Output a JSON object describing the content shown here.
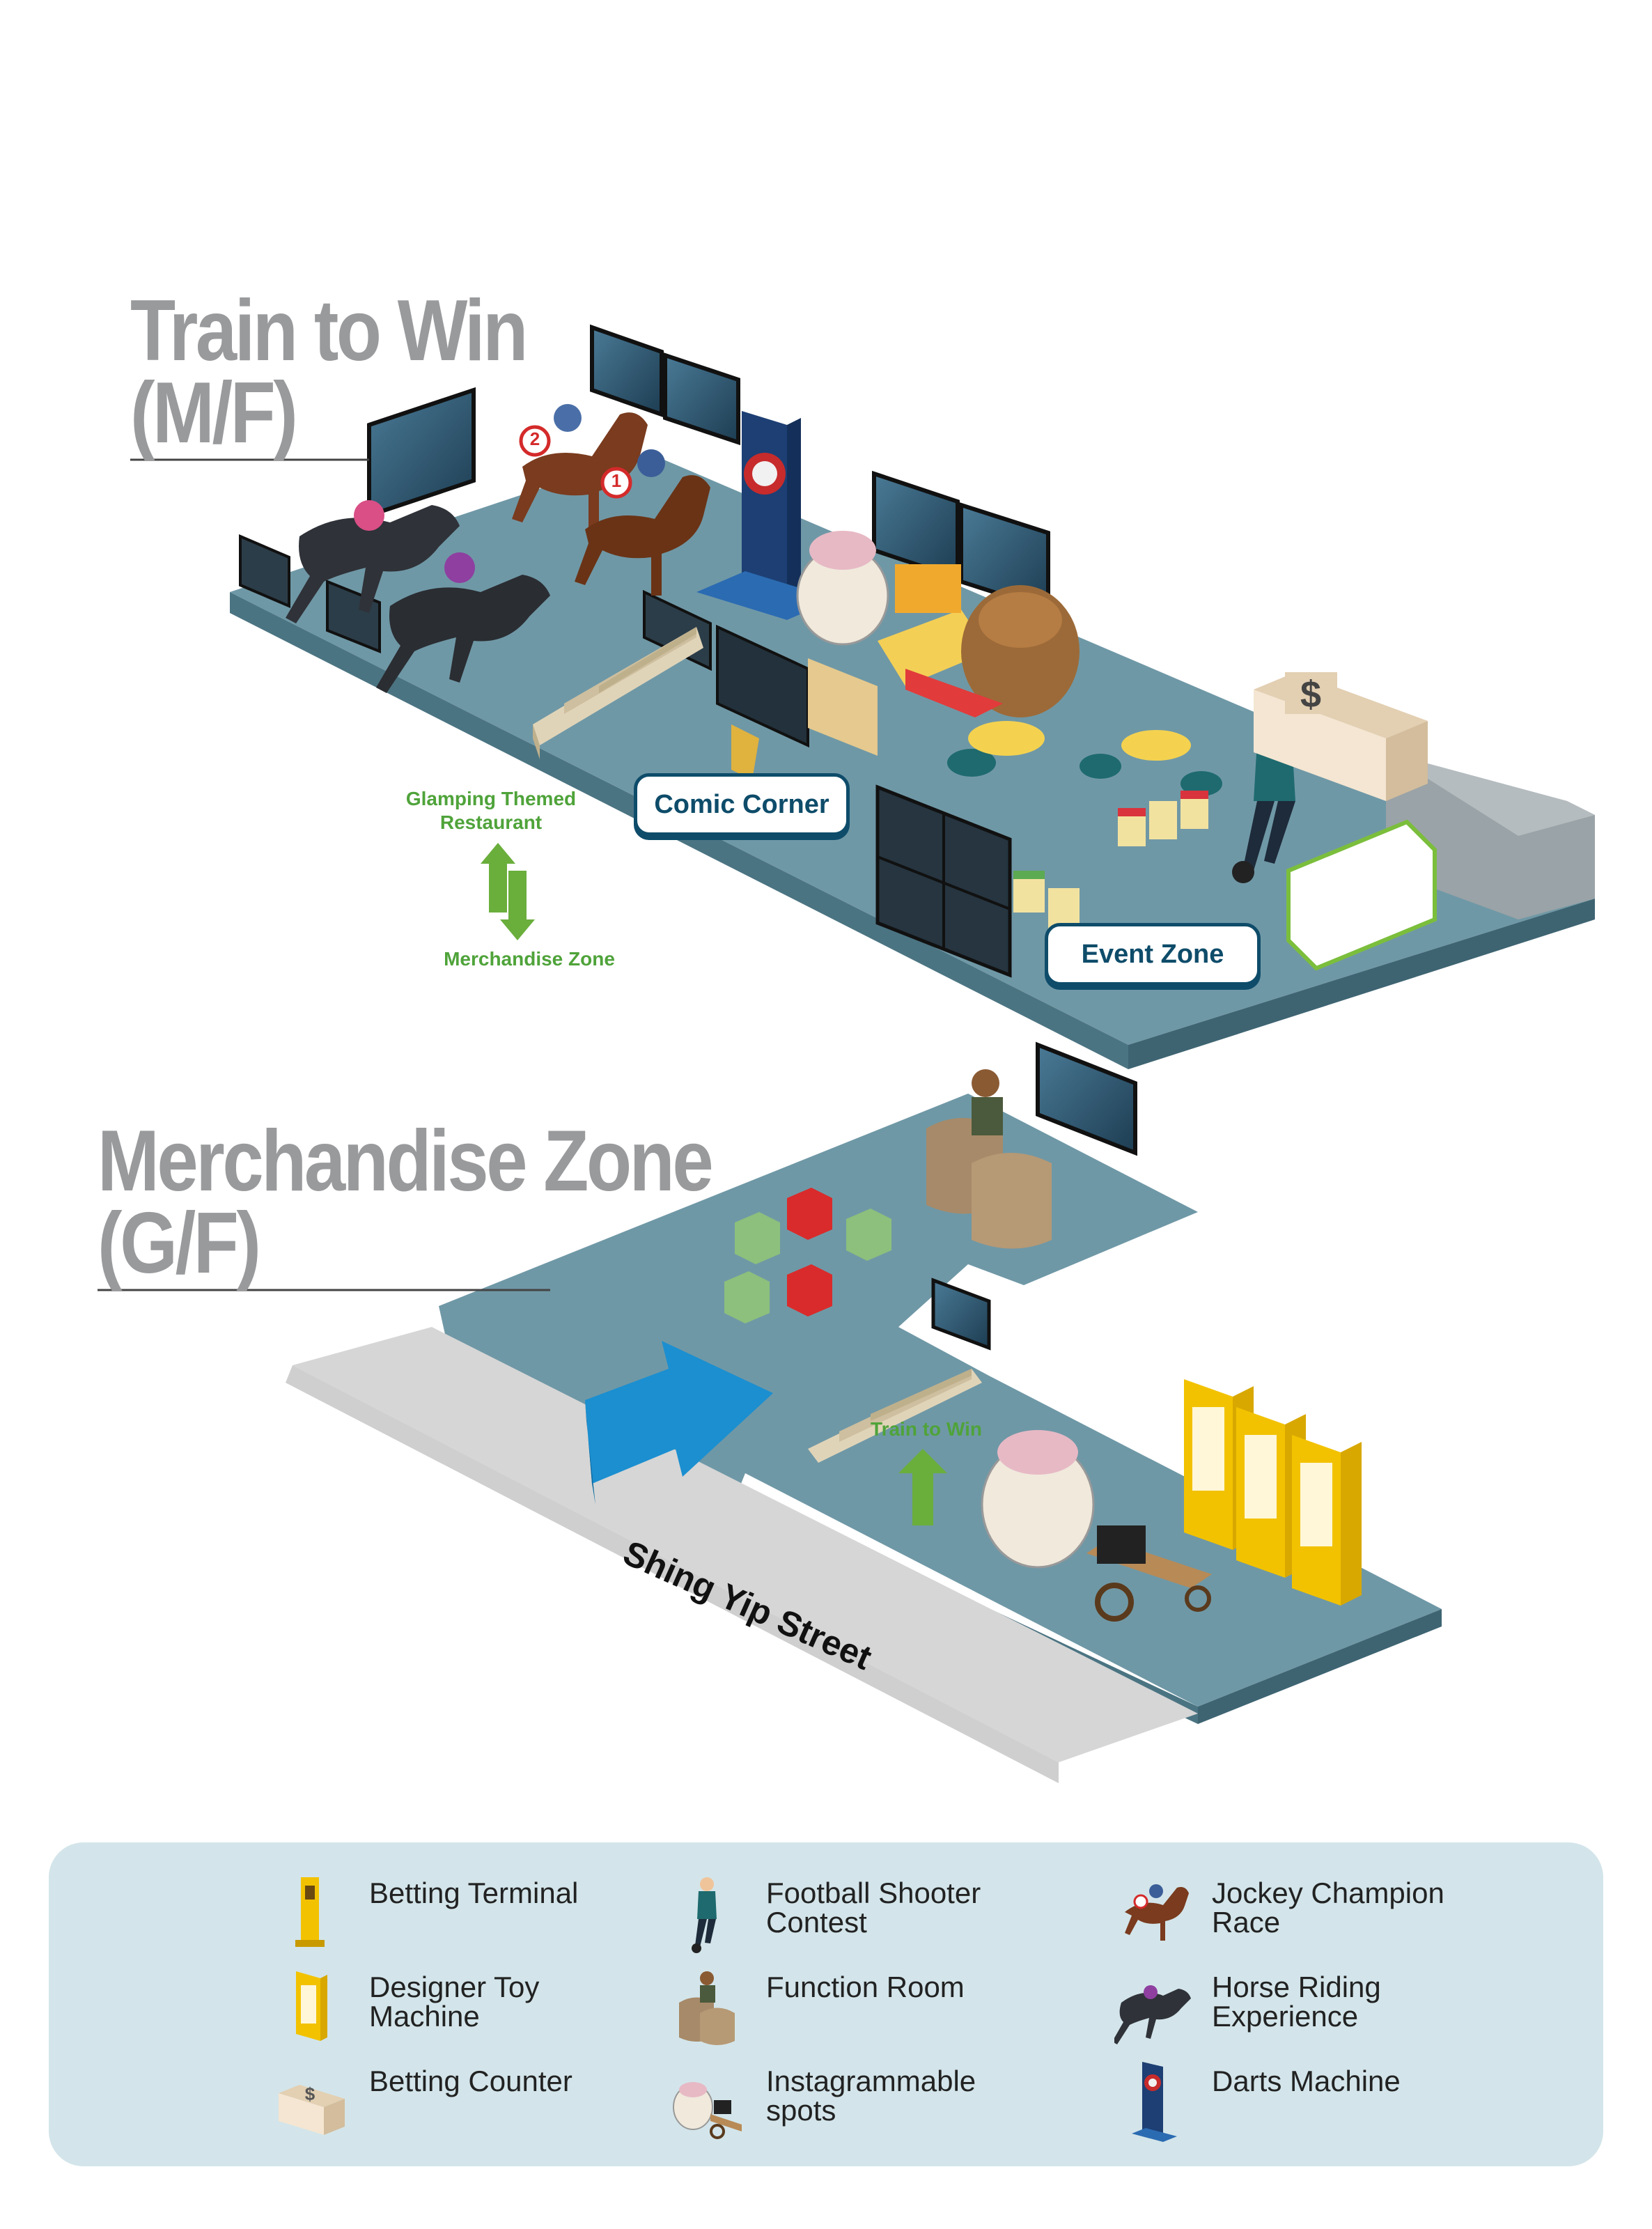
{
  "floors": {
    "mf": {
      "title_line1": "Train to Win",
      "title_line2": "(M/F)",
      "zones": {
        "comic_corner": "Comic Corner",
        "event_zone": "Event Zone"
      },
      "nav": {
        "up_label": "Glamping Themed Restaurant",
        "down_label": "Merchandise Zone"
      },
      "jockey_numbers": [
        "1",
        "2"
      ]
    },
    "gf": {
      "title_line1": "Merchandise Zone",
      "title_line2": "(G/F)",
      "nav_label": "Train to Win",
      "street": "Shing Yip Street"
    }
  },
  "betting_counter_symbol": "$",
  "legend": {
    "items": [
      {
        "label": "Betting Terminal",
        "icon": "betting-terminal-icon"
      },
      {
        "label": "Football Shooter Contest",
        "icon": "football-player-icon"
      },
      {
        "label": "Jockey Champion Race",
        "icon": "jockey-race-icon"
      },
      {
        "label": "Designer Toy Machine",
        "icon": "toy-machine-icon"
      },
      {
        "label": "Function Room",
        "icon": "function-room-icon"
      },
      {
        "label": "Horse Riding Experience",
        "icon": "horse-riding-icon"
      },
      {
        "label": "Betting Counter",
        "icon": "betting-counter-icon"
      },
      {
        "label": "Instagrammable spots",
        "icon": "horse-mascot-icon"
      },
      {
        "label": "Darts Machine",
        "icon": "darts-machine-icon"
      }
    ]
  },
  "colors": {
    "floor": "#6f98a6",
    "floor_edge": "#4b7482",
    "legend_bg": "#d3e5ea",
    "title_gray": "#999a9c",
    "label_navy": "#0e4c6a",
    "nav_green": "#4fa33a",
    "entrance_arrow": "#1b8fd0",
    "toy_machine_yellow": "#f2c200"
  }
}
